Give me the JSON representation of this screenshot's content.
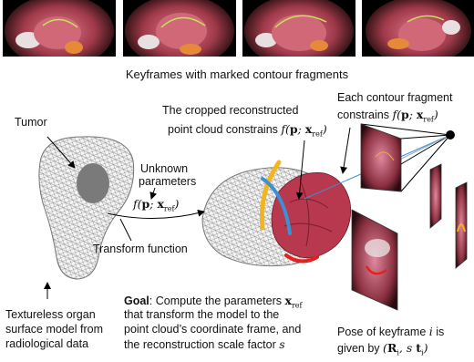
{
  "keyframes": {
    "caption": "Keyframes with marked contour fragments",
    "frames": [
      "frame-1",
      "frame-2",
      "frame-3",
      "frame-4"
    ]
  },
  "left": {
    "tumor_label": "Tumor",
    "unknown_params": [
      "Unknown",
      "parameters"
    ],
    "transform_label": "Transform function",
    "organ_caption": [
      "Textureless organ",
      "surface model from",
      "radiological data"
    ]
  },
  "middle": {
    "cloud_caption": [
      "The cropped reconstructed",
      "point cloud constrains"
    ],
    "goal_label": "Goal",
    "goal_text": [
      ": Compute the parameters",
      "that transform the model to the",
      "point cloud’s coordinate frame, and",
      "the reconstruction scale factor"
    ]
  },
  "right": {
    "fragment_caption": [
      "Each contour fragment",
      "constrains"
    ],
    "pose_caption": [
      "Pose of keyframe",
      "is",
      "given by"
    ]
  },
  "colors": {
    "contour_green": "#c8e25a",
    "tissue": "#c0395a",
    "contour_yellow": "#f2b51d",
    "contour_blue": "#3d8fd6",
    "contour_red": "#e0241b",
    "mesh": "#8a8a8a"
  }
}
